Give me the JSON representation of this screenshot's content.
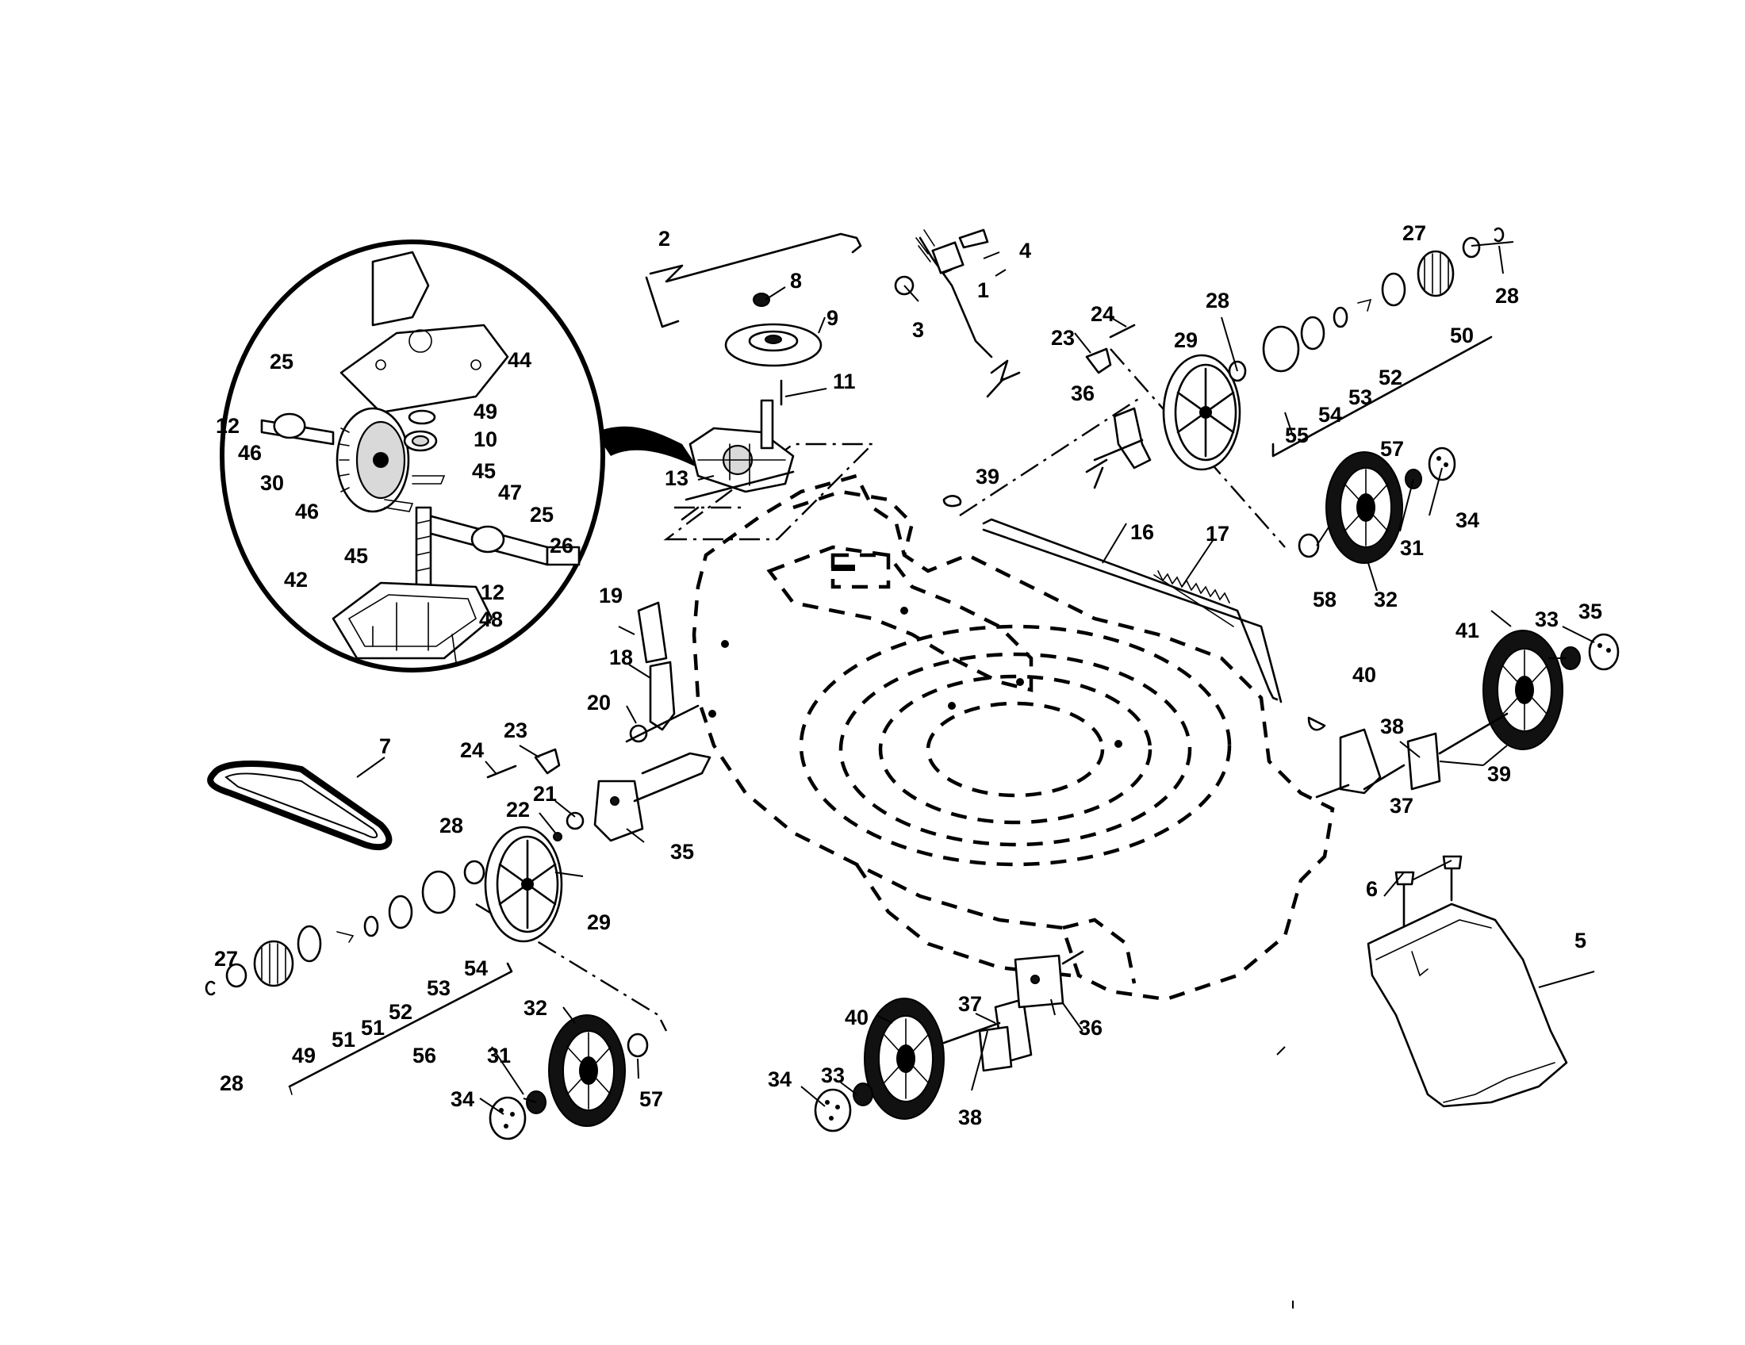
{
  "diagram": {
    "callouts": [
      {
        "id": "c1",
        "text": "1"
      },
      {
        "id": "c2",
        "text": "2"
      },
      {
        "id": "c3",
        "text": "3"
      },
      {
        "id": "c4",
        "text": "4"
      },
      {
        "id": "c5",
        "text": "5"
      },
      {
        "id": "c6",
        "text": "6"
      },
      {
        "id": "c7",
        "text": "7"
      },
      {
        "id": "c8",
        "text": "8"
      },
      {
        "id": "c9",
        "text": "9"
      },
      {
        "id": "c10",
        "text": "10"
      },
      {
        "id": "c11",
        "text": "11"
      },
      {
        "id": "c12a",
        "text": "12"
      },
      {
        "id": "c12b",
        "text": "12"
      },
      {
        "id": "c13",
        "text": "13"
      },
      {
        "id": "c16",
        "text": "16"
      },
      {
        "id": "c17",
        "text": "17"
      },
      {
        "id": "c18",
        "text": "18"
      },
      {
        "id": "c19",
        "text": "19"
      },
      {
        "id": "c20",
        "text": "20"
      },
      {
        "id": "c21",
        "text": "21"
      },
      {
        "id": "c22",
        "text": "22"
      },
      {
        "id": "c23a",
        "text": "23"
      },
      {
        "id": "c23b",
        "text": "23"
      },
      {
        "id": "c24a",
        "text": "24"
      },
      {
        "id": "c24b",
        "text": "24"
      },
      {
        "id": "c25a",
        "text": "25"
      },
      {
        "id": "c25b",
        "text": "25"
      },
      {
        "id": "c26",
        "text": "26"
      },
      {
        "id": "c27a",
        "text": "27"
      },
      {
        "id": "c27b",
        "text": "27"
      },
      {
        "id": "c28a",
        "text": "28"
      },
      {
        "id": "c28b",
        "text": "28"
      },
      {
        "id": "c28c",
        "text": "28"
      },
      {
        "id": "c28d",
        "text": "28"
      },
      {
        "id": "c29a",
        "text": "29"
      },
      {
        "id": "c29b",
        "text": "29"
      },
      {
        "id": "c30",
        "text": "30"
      },
      {
        "id": "c31a",
        "text": "31"
      },
      {
        "id": "c31b",
        "text": "31"
      },
      {
        "id": "c32a",
        "text": "32"
      },
      {
        "id": "c32b",
        "text": "32"
      },
      {
        "id": "c33a",
        "text": "33"
      },
      {
        "id": "c33b",
        "text": "33"
      },
      {
        "id": "c34a",
        "text": "34"
      },
      {
        "id": "c34b",
        "text": "34"
      },
      {
        "id": "c34c",
        "text": "34"
      },
      {
        "id": "c35a",
        "text": "35"
      },
      {
        "id": "c35b",
        "text": "35"
      },
      {
        "id": "c36a",
        "text": "36"
      },
      {
        "id": "c36b",
        "text": "36"
      },
      {
        "id": "c37a",
        "text": "37"
      },
      {
        "id": "c37b",
        "text": "37"
      },
      {
        "id": "c38a",
        "text": "38"
      },
      {
        "id": "c38b",
        "text": "38"
      },
      {
        "id": "c39a",
        "text": "39"
      },
      {
        "id": "c39b",
        "text": "39"
      },
      {
        "id": "c40a",
        "text": "40"
      },
      {
        "id": "c40b",
        "text": "40"
      },
      {
        "id": "c41",
        "text": "41"
      },
      {
        "id": "c42",
        "text": "42"
      },
      {
        "id": "c44",
        "text": "44"
      },
      {
        "id": "c45a",
        "text": "45"
      },
      {
        "id": "c45b",
        "text": "45"
      },
      {
        "id": "c46a",
        "text": "46"
      },
      {
        "id": "c46b",
        "text": "46"
      },
      {
        "id": "c47",
        "text": "47"
      },
      {
        "id": "c48",
        "text": "48"
      },
      {
        "id": "c49a",
        "text": "49"
      },
      {
        "id": "c49b",
        "text": "49"
      },
      {
        "id": "c50",
        "text": "50"
      },
      {
        "id": "c51a",
        "text": "51"
      },
      {
        "id": "c51b",
        "text": "51"
      },
      {
        "id": "c52a",
        "text": "52"
      },
      {
        "id": "c52b",
        "text": "52"
      },
      {
        "id": "c53a",
        "text": "53"
      },
      {
        "id": "c53b",
        "text": "53"
      },
      {
        "id": "c54a",
        "text": "54"
      },
      {
        "id": "c54b",
        "text": "54"
      },
      {
        "id": "c55",
        "text": "55"
      },
      {
        "id": "c56",
        "text": "56"
      },
      {
        "id": "c57a",
        "text": "57"
      },
      {
        "id": "c57b",
        "text": "57"
      },
      {
        "id": "c58",
        "text": "58"
      }
    ]
  }
}
